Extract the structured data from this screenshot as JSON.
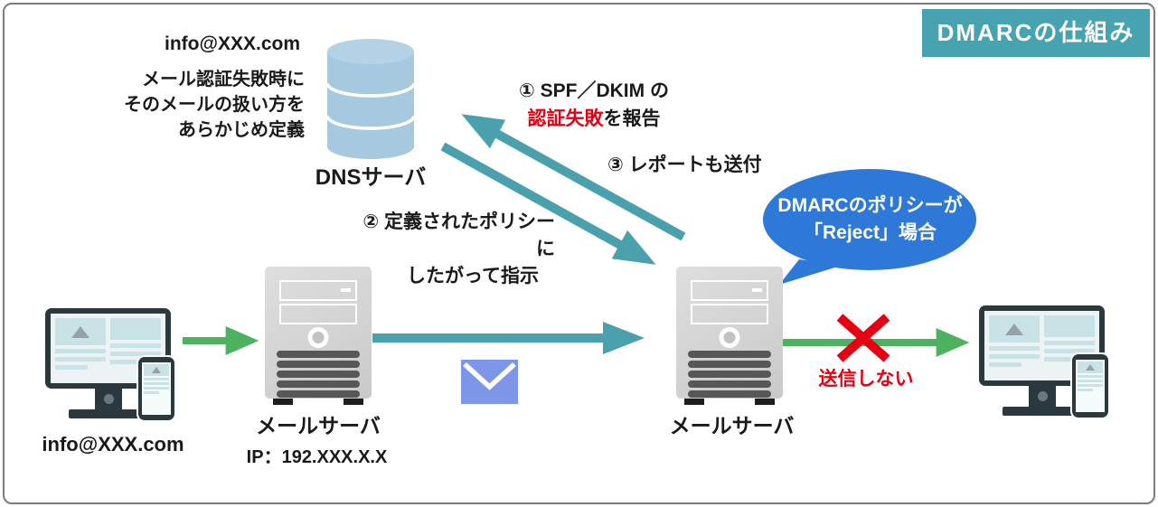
{
  "title": "DMARCの仕組み",
  "colors": {
    "teal": "#4AA0AD",
    "teal_title": "#48A3B0",
    "green": "#4DB15F",
    "red": "#E60012",
    "bubble_blue": "#2E78D7",
    "envelope_blue": "#7D96E8",
    "dns_cylinder_blue": "#A6C9E0",
    "device_dark": "#2B383E",
    "server_gray": "#D2D2D2"
  },
  "dns": {
    "email": "info@XXX.com",
    "note_line1": "メール認証失敗時に",
    "note_line2": "そのメールの扱い方を",
    "note_line3": "あらかじめ定義",
    "label": "DNSサーバ"
  },
  "steps": {
    "step1_line1": "① SPF／DKIM の",
    "step1_fail": "認証失敗",
    "step1_rest": "を報告",
    "step2_line1": "② 定義されたポリシーに",
    "step2_line2": "したがって指示",
    "step3": "③ レポートも送付"
  },
  "bubble": {
    "line1": "DMARCのポリシーが",
    "line2": "「Reject」場合"
  },
  "sender": {
    "email": "info@XXX.com"
  },
  "server1": {
    "label": "メールサーバ",
    "ip": "IP：192.XXX.X.X"
  },
  "server2": {
    "label": "メールサーバ"
  },
  "blocked": {
    "label": "送信しない"
  },
  "icons": {
    "dns": "database-cylinder-icon",
    "mail_server": "server-tower-icon",
    "devices": "desktop-and-phone-icon",
    "envelope": "envelope-icon",
    "block": "red-x-icon"
  }
}
